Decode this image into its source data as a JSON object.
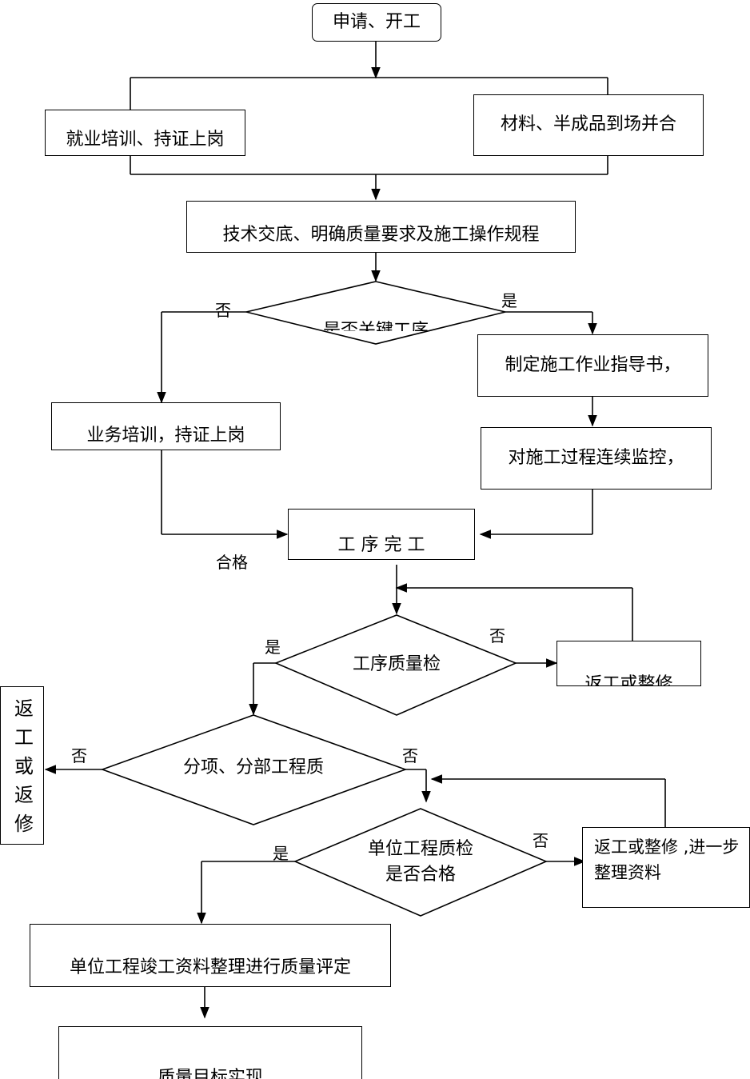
{
  "nodes": {
    "start": "申请、开工",
    "training": "就业培训、持证上岗",
    "materials": "材料、半成品到场并合",
    "tech_briefing": "技术交底、明确质量要求及施工操作规程",
    "key_process_question": "是否关键工序",
    "business_training": "业务培训，持证上岗",
    "instruction_book": "制定施工作业指导书，",
    "continuous_monitoring": "对施工过程连续监控，",
    "process_complete": "工 序 完 工",
    "process_inspection": "工序质量检",
    "rework_1": "返工或整修",
    "subdivision_quality": "分项、分部工程质",
    "rework_vertical": "返工或返修",
    "unit_inspection_line1": "单位工程质检",
    "unit_inspection_line2": "是否合格",
    "rework_3_line1": "返工或整修 ,进一步",
    "rework_3_line2": "整理资料",
    "completion_docs": "单位工程竣工资料整理进行质量评定",
    "goal_achieved": "质量目标实现"
  },
  "labels": {
    "no_key": "否",
    "yes_key": "是",
    "qualified": "合格",
    "no_process": "否",
    "yes_process": "是",
    "no_left": "否",
    "no_right": "否",
    "yes_unit": "是",
    "no_unit": "否"
  }
}
